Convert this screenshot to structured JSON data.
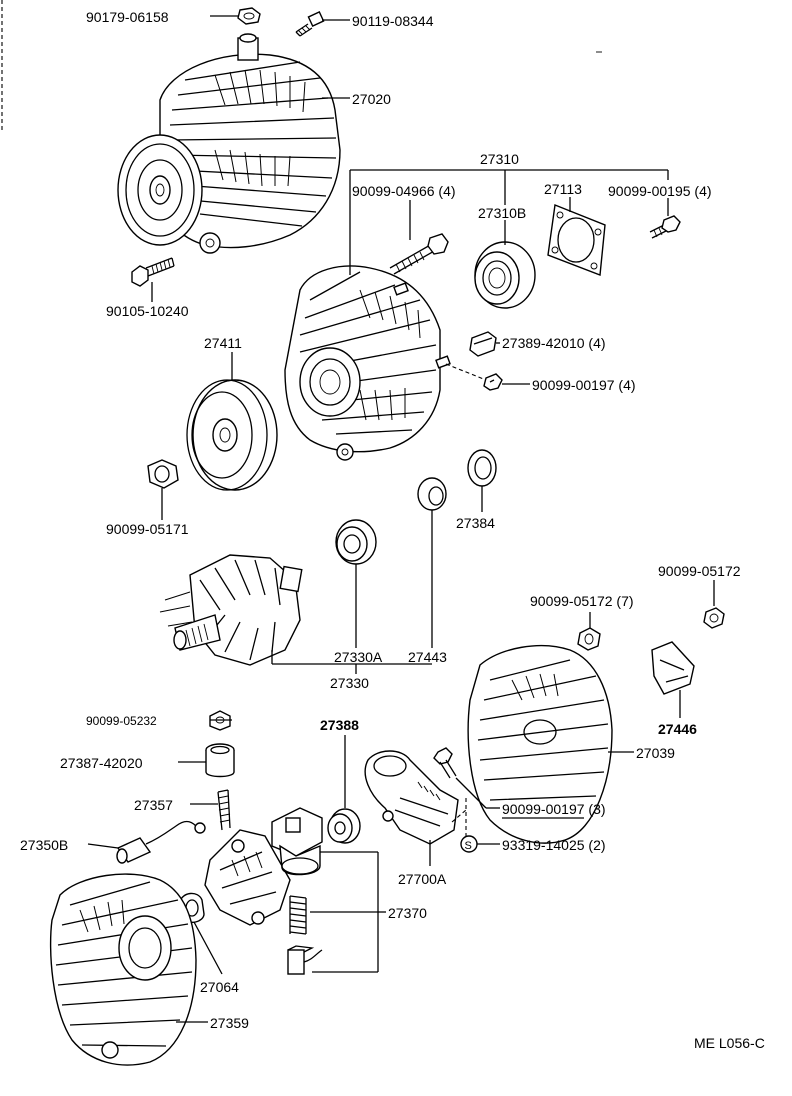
{
  "labels": {
    "p90179_06158": "90179-06158",
    "p90119_08344": "90119-08344",
    "p27020": "27020",
    "p90105_10240": "90105-10240",
    "p27310": "27310",
    "p90099_04966": "90099-04966 (4)",
    "p27113": "27113",
    "p90099_00195": "90099-00195 (4)",
    "p27310B": "27310B",
    "p27411": "27411",
    "p27389_42010": "27389-42010 (4)",
    "p90099_00197a": "90099-00197 (4)",
    "p90099_05171": "90099-05171",
    "p27384": "27384",
    "p90099_05172": "90099-05172",
    "p90099_05172b": "90099-05172 (7)",
    "p27330A": "27330A",
    "p27443": "27443",
    "p27330": "27330",
    "p27446": "27446",
    "p90099_05232": "90099-05232",
    "p27388": "27388",
    "p27387_42020": "27387-42020",
    "p27039": "27039",
    "p27357": "27357",
    "p90099_00197b": "90099-00197 (3)",
    "p27350B": "27350B",
    "p93319_14025": "93319-14025 (2)",
    "p27700A": "27700A",
    "p27370": "27370",
    "p27064": "27064",
    "p27359": "27359",
    "ref": "ME L056-C"
  }
}
